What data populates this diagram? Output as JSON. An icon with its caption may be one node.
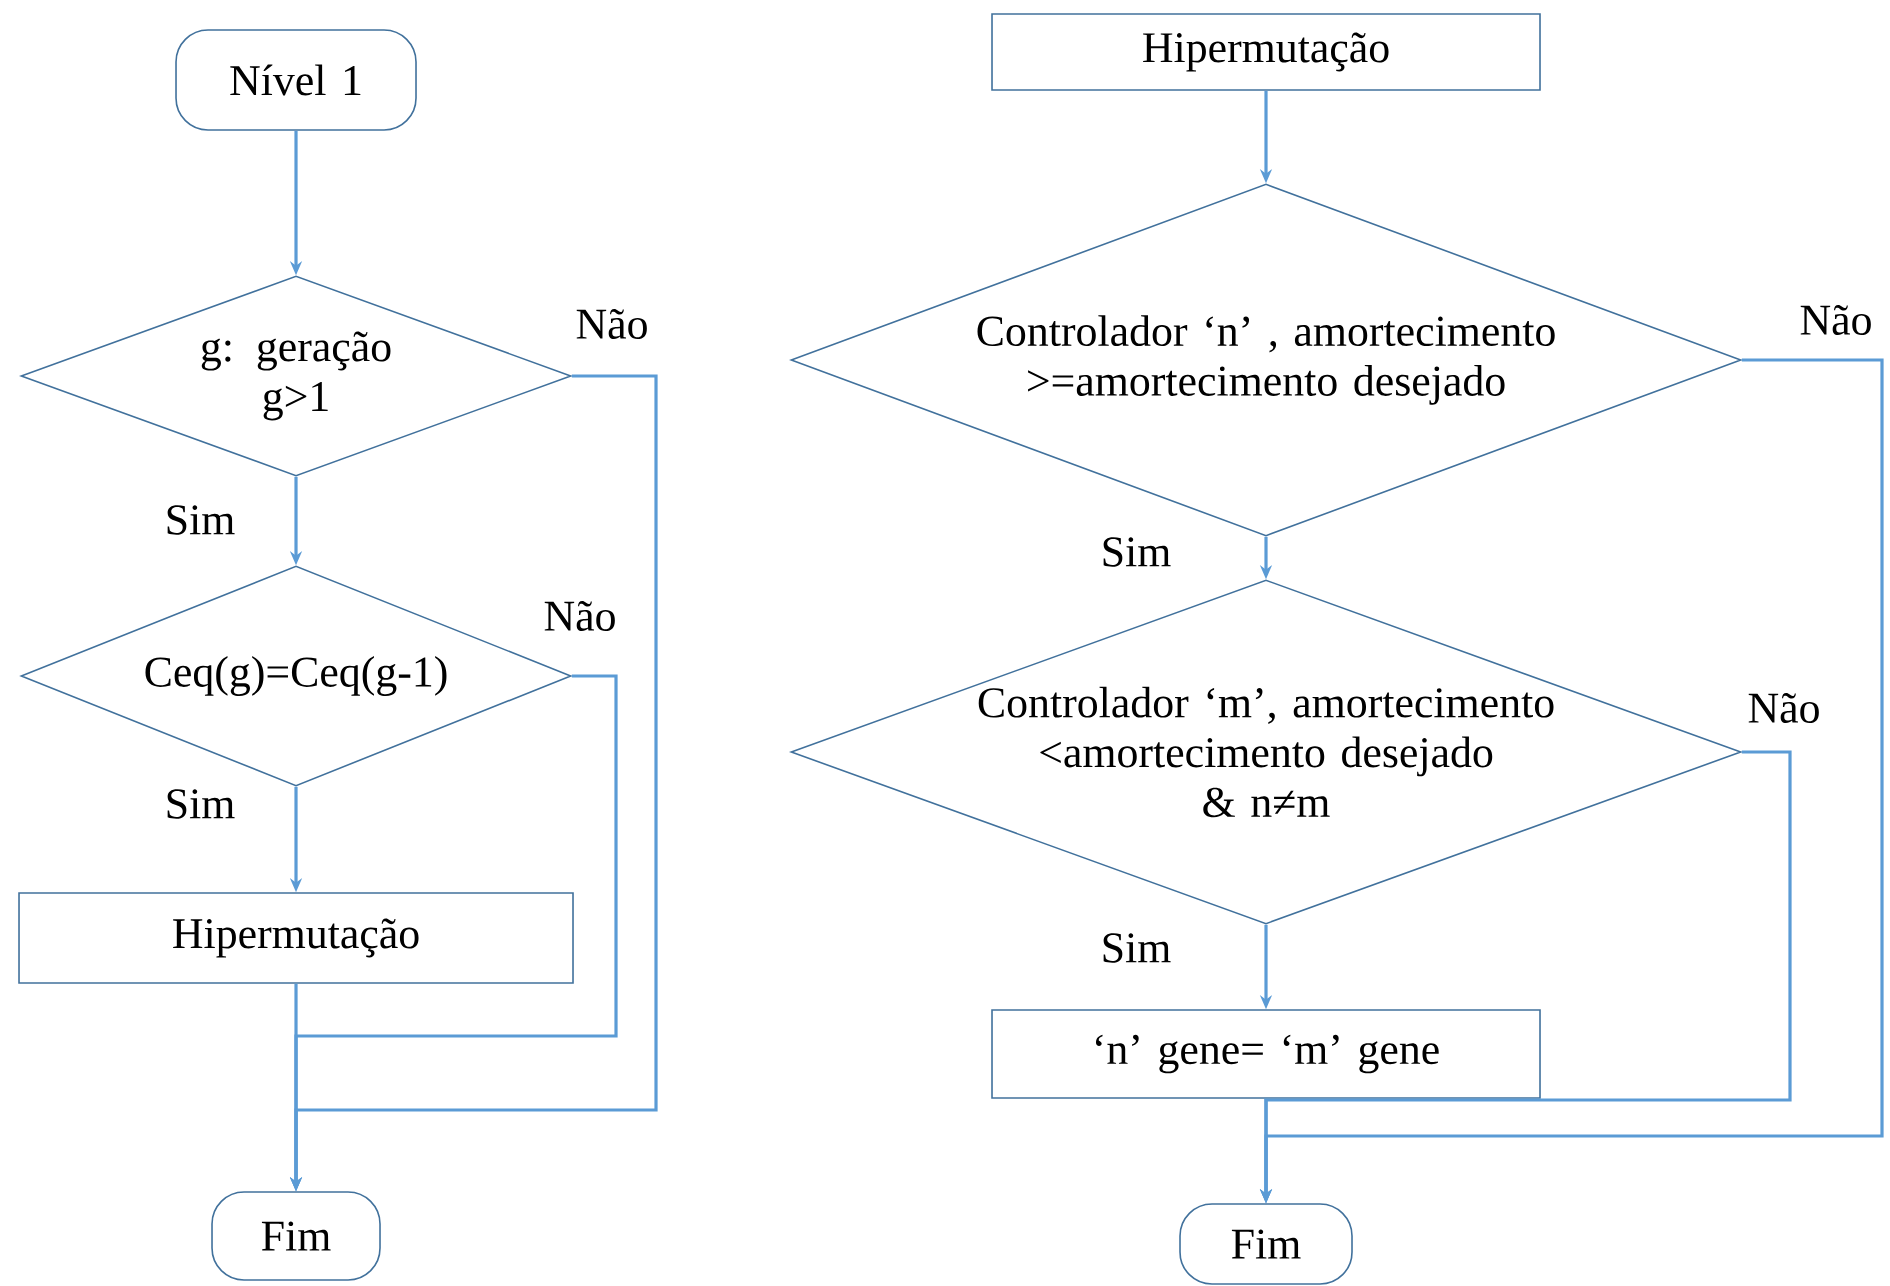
{
  "diagram": {
    "nodes": [
      {
        "text": [
          "Nível 1"
        ]
      },
      {
        "text": [
          "g: geração",
          "g>1"
        ]
      },
      {
        "text": [
          "Ceq(g)=Ceq(g-1)"
        ]
      },
      {
        "text": [
          "Hipermutação"
        ]
      },
      {
        "text": [
          "Fim"
        ]
      },
      {
        "text": [
          "Hipermutação"
        ]
      },
      {
        "text": [
          "Controlador ‘n’ , amortecimento >=amortecimento desejado"
        ]
      },
      {
        "text": [
          "Controlador ‘m’, amortecimento <amortecimento desejado",
          "& n≠m"
        ]
      },
      {
        "text": [
          "‘n’ gene= ‘m’ gene"
        ]
      },
      {
        "text": [
          "Fim"
        ]
      }
    ],
    "edges": [
      {
        "from": 0,
        "to": 1,
        "arrow": "to"
      },
      {
        "from": 1,
        "to": 2,
        "arrow": "to",
        "label": "Sim"
      },
      {
        "from": 1,
        "to": 4,
        "arrow": "to",
        "label": "Não"
      },
      {
        "from": 2,
        "to": 3,
        "arrow": "to",
        "label": "Sim"
      },
      {
        "from": 2,
        "to": 4,
        "arrow": "to",
        "label": "Não"
      },
      {
        "from": 3,
        "to": 4,
        "arrow": "to"
      },
      {
        "from": 5,
        "to": 6,
        "arrow": "to"
      },
      {
        "from": 6,
        "to": 7,
        "arrow": "to",
        "label": "Sim"
      },
      {
        "from": 6,
        "to": 9,
        "arrow": "to",
        "label": "Não"
      },
      {
        "from": 7,
        "to": 8,
        "arrow": "to",
        "label": "Sim"
      },
      {
        "from": 7,
        "to": 9,
        "arrow": "to",
        "label": "Não"
      },
      {
        "from": 8,
        "to": 9,
        "arrow": "to"
      }
    ]
  }
}
